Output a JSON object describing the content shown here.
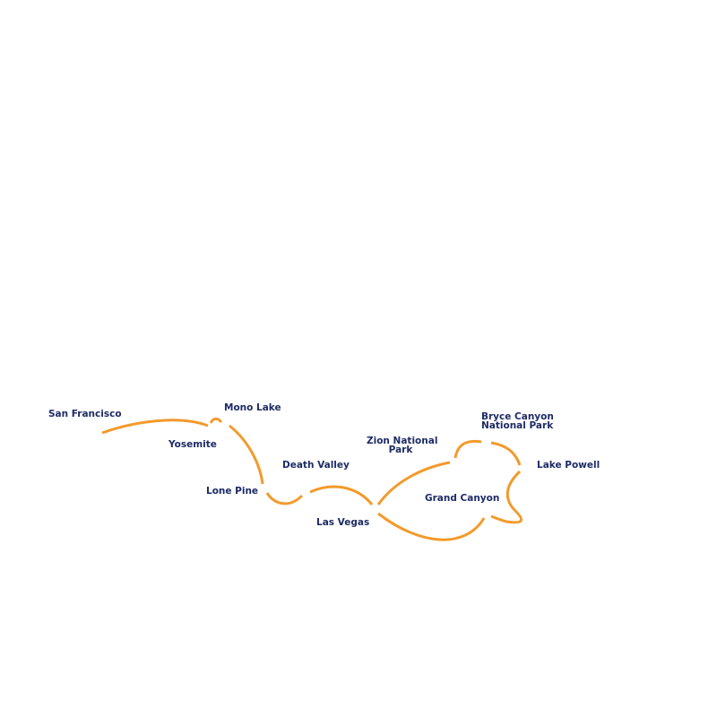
{
  "colors": {
    "route": "#F39A2B",
    "label": "#1E2B66",
    "background": "#ffffff"
  },
  "stops": [
    {
      "id": "san-francisco",
      "name": "San Francisco"
    },
    {
      "id": "yosemite",
      "name": "Yosemite"
    },
    {
      "id": "mono-lake",
      "name": "Mono Lake"
    },
    {
      "id": "lone-pine",
      "name": "Lone Pine"
    },
    {
      "id": "death-valley",
      "name": "Death Valley"
    },
    {
      "id": "las-vegas",
      "name": "Las Vegas"
    },
    {
      "id": "zion",
      "name": "Zion National Park",
      "line1": "Zion National",
      "line2": "Park"
    },
    {
      "id": "bryce",
      "name": "Bryce Canyon National Park",
      "line1": "Bryce Canyon",
      "line2": "National Park"
    },
    {
      "id": "lake-powell",
      "name": "Lake Powell"
    },
    {
      "id": "grand-canyon",
      "name": "Grand Canyon"
    }
  ]
}
